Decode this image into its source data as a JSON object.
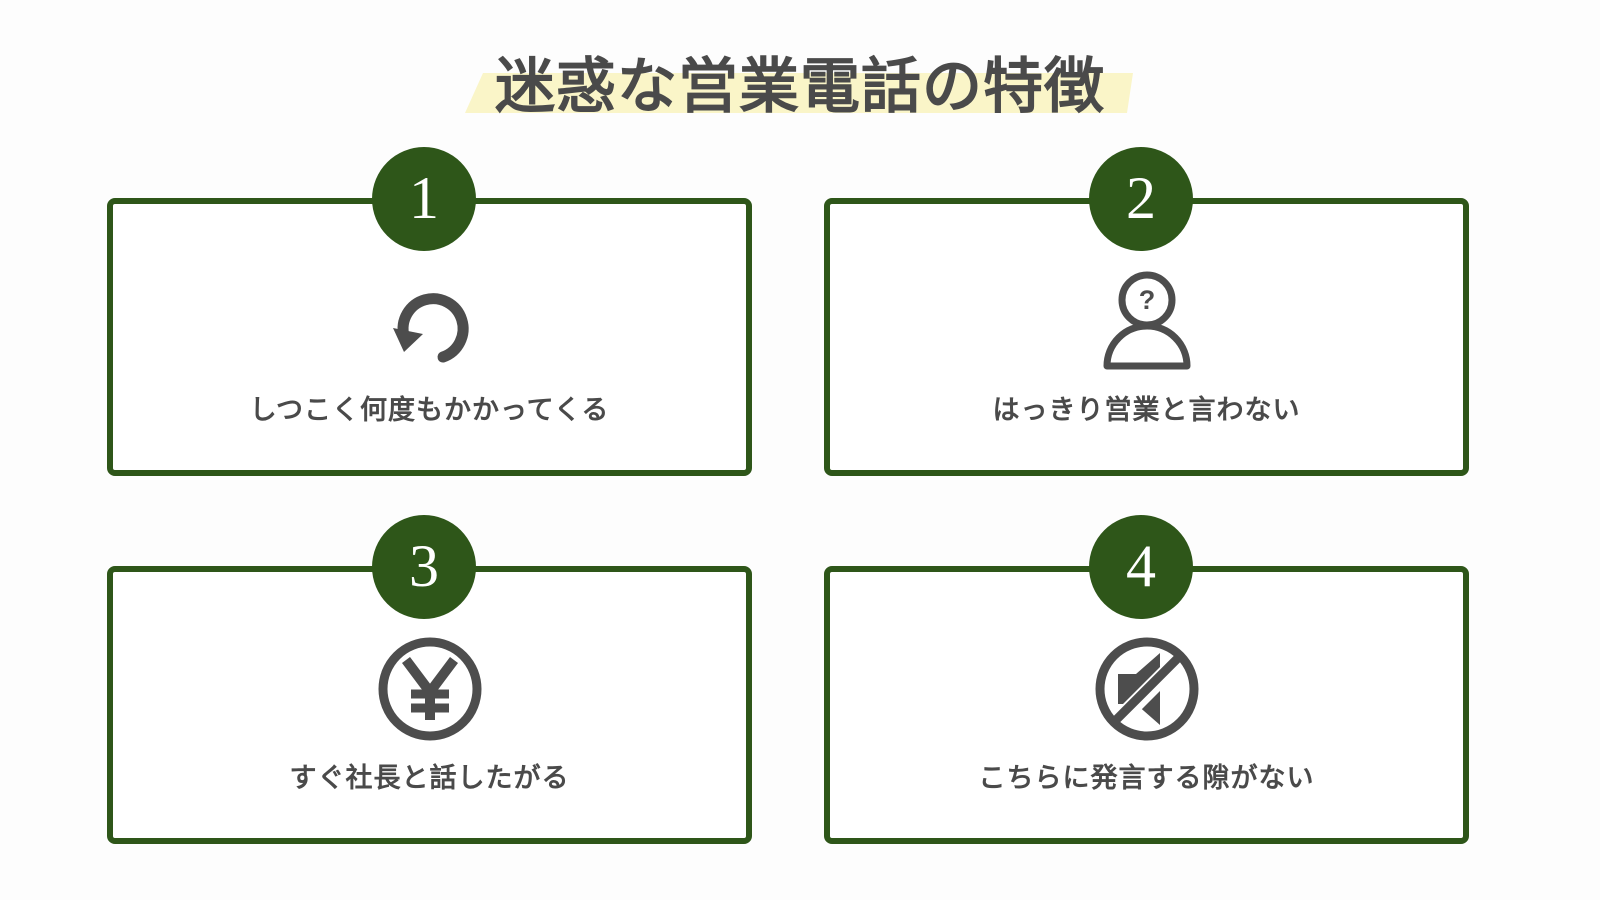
{
  "page": {
    "background_color": "#fdfdfd",
    "title": "迷惑な営業電話の特徴",
    "title_color": "#4a4a4a",
    "title_highlight_color": "#faf5c8",
    "accent_color": "#2e5619",
    "icon_color": "#4d4d4d"
  },
  "cards": [
    {
      "number": "1",
      "label": "しつこく何度もかかってくる",
      "icon": "repeat-loop-arrow-icon"
    },
    {
      "number": "2",
      "label": "はっきり営業と言わない",
      "icon": "person-question-mark-icon"
    },
    {
      "number": "3",
      "label": "すぐ社長と話したがる",
      "icon": "yen-circle-icon"
    },
    {
      "number": "4",
      "label": "こちらに発言する隙がない",
      "icon": "speaker-muted-prohibited-icon"
    }
  ]
}
